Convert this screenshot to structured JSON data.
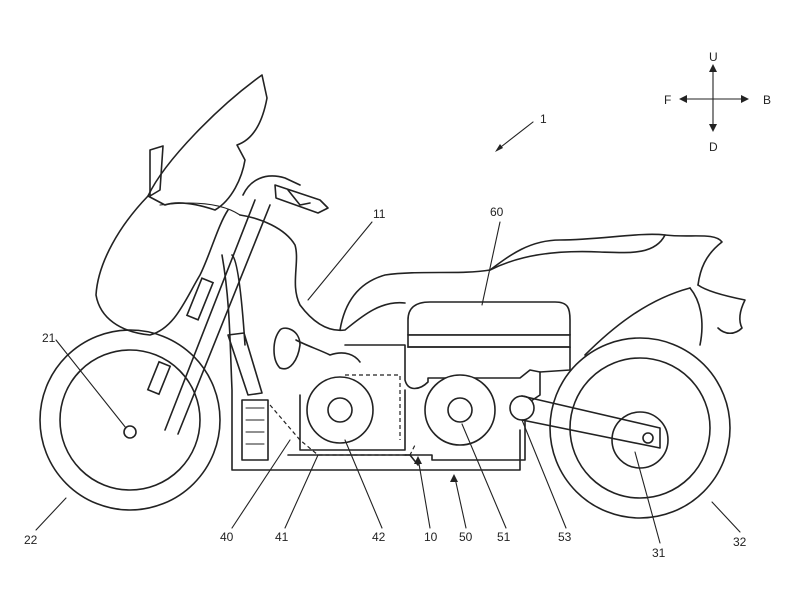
{
  "figure": {
    "title_ref": "1",
    "compass": {
      "up": "U",
      "down": "D",
      "front": "F",
      "back": "B"
    },
    "labels": {
      "l11": "11",
      "l60": "60",
      "l21": "21",
      "l22": "22",
      "l40": "40",
      "l41": "41",
      "l42": "42",
      "l10": "10",
      "l50": "50",
      "l51": "51",
      "l53": "53",
      "l31": "31",
      "l32": "32"
    }
  }
}
